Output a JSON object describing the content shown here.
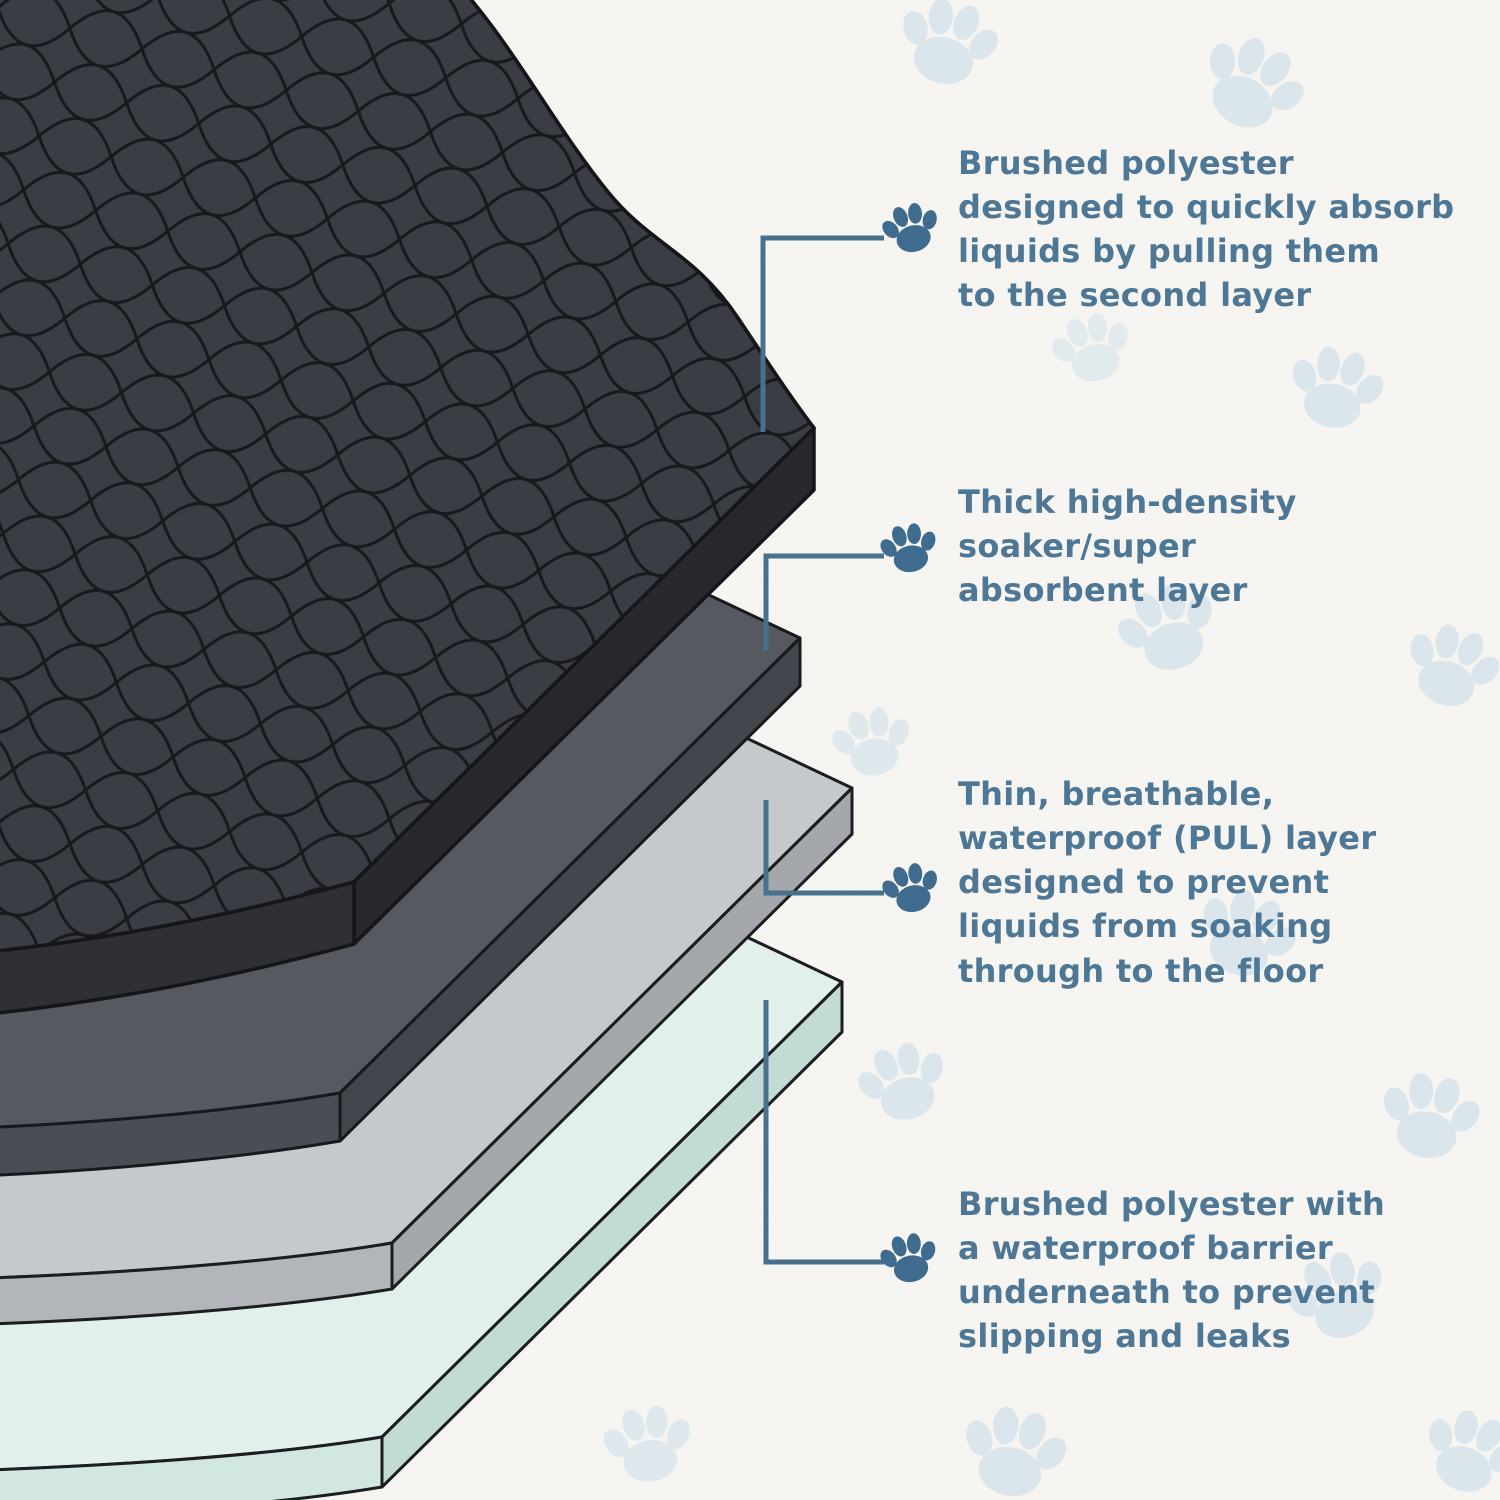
{
  "page": {
    "background_color": "#f7f6f2",
    "border_color": "#e6e5df"
  },
  "palette": {
    "callout_text_blue": "#4d7795",
    "connector_line_blue": "#47718c",
    "paw_icon_blue": "#3f6c8e",
    "background_paw_blue": "#bed6e6",
    "outline_dark": "#1b1d21"
  },
  "diagram": {
    "layers": [
      {
        "id": "top-quilted-fabric",
        "top": "#3a3d43",
        "side": "#27292d",
        "front": "#2e3035",
        "quilt_line": "#17191c"
      },
      {
        "id": "soaker-layer",
        "top": "#565a60",
        "side": "#43474d",
        "front": "#4a4e54"
      },
      {
        "id": "pul-layer",
        "top": "#c6c9cc",
        "side": "#a4a7ab",
        "front": "#b2b5b9"
      },
      {
        "id": "backing-layer",
        "top": "#e2f0ec",
        "side": "#c3dbd5",
        "front": "#d2e7e2"
      }
    ],
    "callouts": [
      {
        "icon": "paw-icon",
        "text": "Brushed polyester\ndesigned to quickly absorb\nliquids by pulling them\nto the second layer"
      },
      {
        "icon": "paw-icon",
        "text": "Thick high-density\nsoaker/super\nabsorbent layer"
      },
      {
        "icon": "paw-icon",
        "text": "Thin, breathable,\nwaterproof (PUL) layer\ndesigned to prevent\nliquids from soaking\nthrough to the floor"
      },
      {
        "icon": "paw-icon",
        "text": "Brushed polyester with\na waterproof barrier\nunderneath to prevent\nslipping and leaks"
      }
    ]
  }
}
